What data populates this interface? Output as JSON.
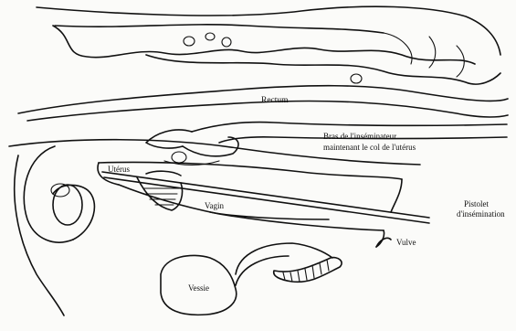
{
  "labels": {
    "rectum": "Rectum",
    "arm_line1": "Bras de l'inséminateur",
    "arm_line2": "maintenant le col de l'utérus",
    "uterus": "Utérus",
    "vagin": "Vagin",
    "pistolet_line1": "Pistolet",
    "pistolet_line2": "d'insémination",
    "vulve": "Vulve",
    "vessie": "Vessie"
  }
}
